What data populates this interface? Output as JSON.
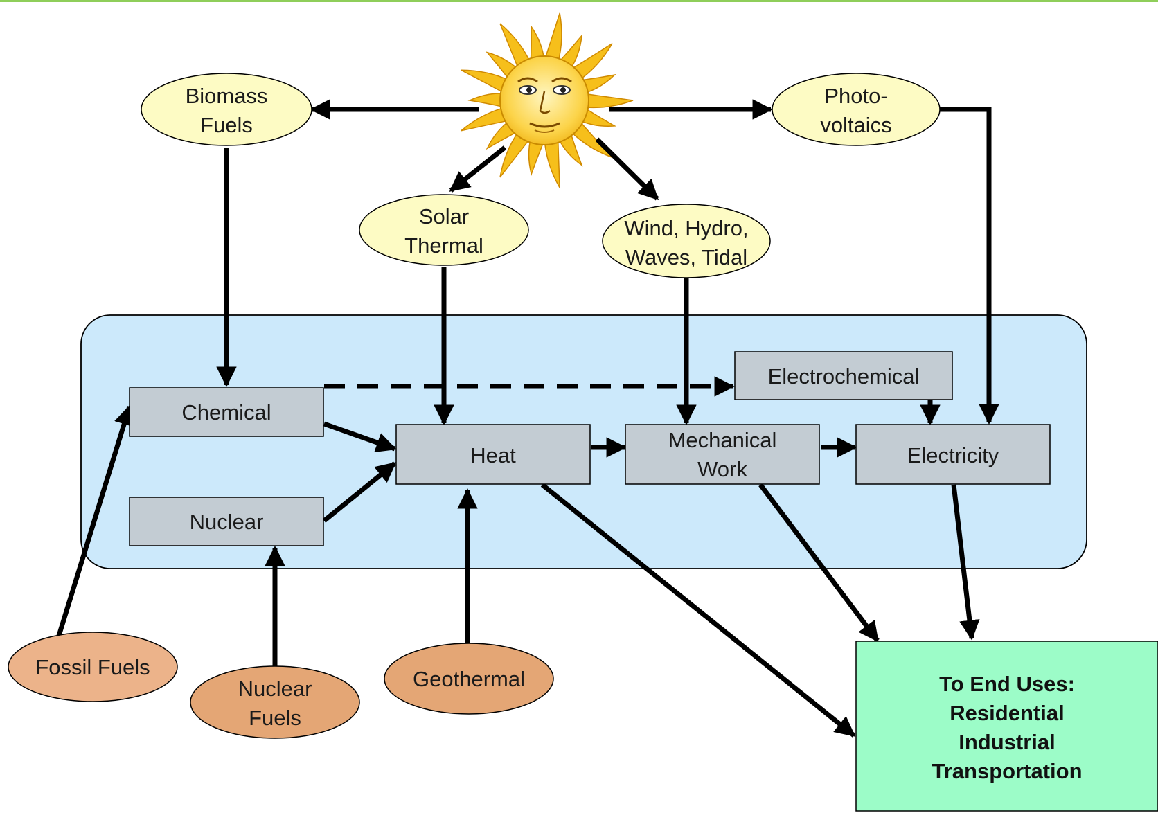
{
  "colors": {
    "frame_accent": "#8fce5a",
    "region_fill": "#cce9fb",
    "box_fill": "#c3ccd3",
    "renewable_fill": "#fdfbc4",
    "nonrenewable_fill": "#e4a675",
    "fossil_fill": "#ecb38a",
    "end_use_fill": "#9cfcc8",
    "sun": "#f6bf1b",
    "arrow": "#000000"
  },
  "icons": {
    "sun": "sun-face-icon"
  },
  "sources": {
    "biomass": [
      "Biomass",
      "Fuels"
    ],
    "photovoltaics": [
      "Photo-",
      "voltaics"
    ],
    "solar_thermal": [
      "Solar",
      "Thermal"
    ],
    "wind": [
      "Wind, Hydro,",
      "Waves, Tidal"
    ],
    "fossil": "Fossil Fuels",
    "nuclear_fuels": [
      "Nuclear",
      "Fuels"
    ],
    "geothermal": "Geothermal"
  },
  "forms": {
    "chemical": "Chemical",
    "nuclear": "Nuclear",
    "heat": "Heat",
    "mechanical": [
      "Mechanical",
      "Work"
    ],
    "electrochemical": "Electrochemical",
    "electricity": "Electricity"
  },
  "end_uses": {
    "title": "To End Uses:",
    "items": [
      "Residential",
      "Industrial",
      "Transportation"
    ]
  }
}
